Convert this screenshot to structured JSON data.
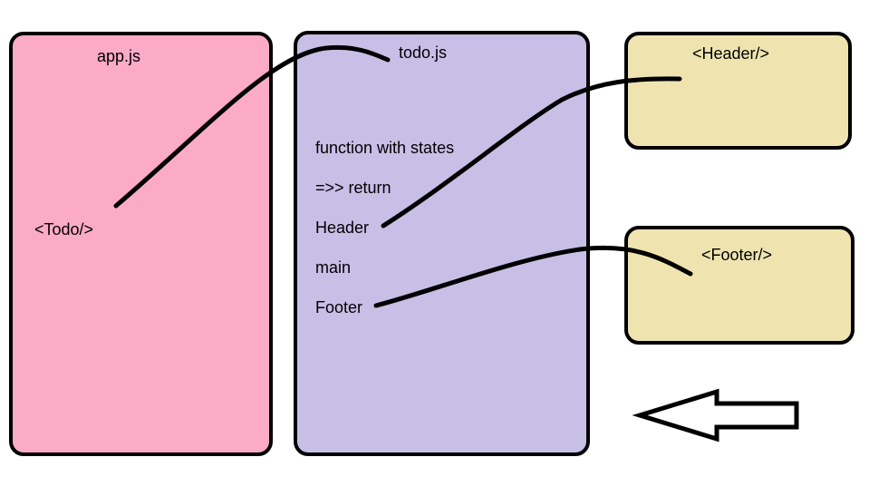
{
  "colors": {
    "app_fill": "#fcabc6",
    "todo_fill": "#c8bfe7",
    "component_fill": "#efe4b0",
    "stroke": "#000000"
  },
  "app_box": {
    "title": "app.js",
    "component": "<Todo/>"
  },
  "todo_box": {
    "title": "todo.js",
    "lines": [
      "function with states",
      "=>> return",
      "Header",
      "main",
      "Footer"
    ]
  },
  "header_box": {
    "title": "<Header/>"
  },
  "footer_box": {
    "title": "<Footer/>"
  },
  "arrow": {
    "direction": "left"
  }
}
